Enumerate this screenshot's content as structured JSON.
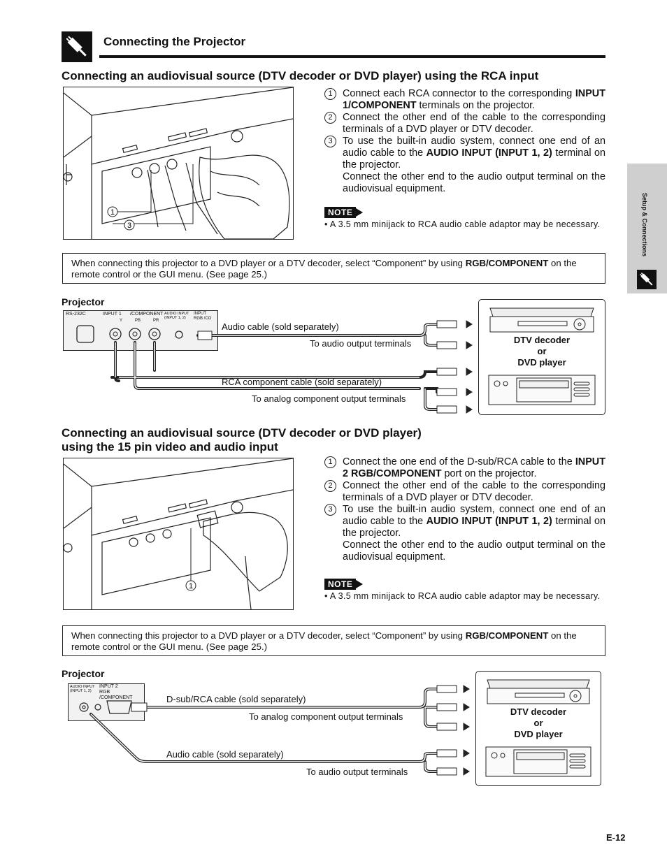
{
  "header": {
    "title": "Connecting the Projector"
  },
  "side_tab": {
    "label": "Setup & Connections"
  },
  "section1": {
    "title": "Connecting an audiovisual source (DTV decoder or DVD player) using the RCA input",
    "callouts": [
      "1",
      "3"
    ],
    "steps": [
      {
        "num": "1",
        "pre": "Connect each RCA connector to the corresponding ",
        "bold": "INPUT 1/COMPONENT",
        "post": " terminals on the projector."
      },
      {
        "num": "2",
        "pre": "Connect the other end of the cable to the corresponding terminals of a DVD player or DTV decoder.",
        "bold": "",
        "post": ""
      },
      {
        "num": "3",
        "pre": "To use the built-in audio system, connect one end of an audio cable to the ",
        "bold": "AUDIO INPUT (INPUT 1, 2)",
        "post": " terminal on the projector."
      }
    ],
    "step3_extra": "Connect the other end to the audio output terminal on the audiovisual equipment.",
    "note_label": "NOTE",
    "note_text": "• A 3.5 mm minijack to RCA audio cable adaptor may be necessary.",
    "box_pre": "When connecting this projector to a DVD player or a DTV decoder, select “Component” by using ",
    "box_bold": "RGB/COMPONENT",
    "box_post": " on the remote control or the GUI menu. (See page 25.)",
    "diagram": {
      "projector_label": "Projector",
      "panel_labels": [
        "RS-232C",
        "INPUT 1",
        "/COMPONENT",
        "AUDIO INPUT",
        "(INPUT 1, 2)",
        "INPUT",
        "RGB /CO"
      ],
      "jack_labels": [
        "Y",
        "PB",
        "PR"
      ],
      "audio_cable": "Audio cable (sold separately)",
      "audio_out": "To audio output terminals",
      "rca_cable": "RCA component cable (sold separately)",
      "analog_out": "To analog component output terminals",
      "device_label_1": "DTV decoder",
      "device_label_2": "or",
      "device_label_3": "DVD player"
    }
  },
  "section2": {
    "title_line1": "Connecting an audiovisual source (DTV decoder or DVD player)",
    "title_line2": "using the 15 pin video and audio input",
    "callouts": [
      "1"
    ],
    "steps": [
      {
        "num": "1",
        "pre": "Connect the one end of the D-sub/RCA cable to the ",
        "bold": "INPUT 2 RGB/COMPONENT",
        "post": " port on the projector."
      },
      {
        "num": "2",
        "pre": "Connect the other end of the cable to the corresponding terminals of a DVD player or DTV decoder.",
        "bold": "",
        "post": ""
      },
      {
        "num": "3",
        "pre": "To use the built-in audio system, connect one end of an audio cable to the ",
        "bold": "AUDIO INPUT (INPUT 1, 2)",
        "post": " terminal on the projector."
      }
    ],
    "step3_extra": "Connect the other end to the audio output terminal on the audiovisual equipment.",
    "note_label": "NOTE",
    "note_text": "• A 3.5 mm minijack to RCA audio cable adaptor may be necessary.",
    "box_pre": "When connecting this projector to a DVD player or a DTV decoder, select “Component” by using ",
    "box_bold": "RGB/COMPONENT",
    "box_post": " on the remote control or the GUI menu. (See page 25.)",
    "diagram": {
      "projector_label": "Projector",
      "panel_labels": [
        "AUDIO INPUT",
        "(INPUT 1, 2)",
        "INPUT 2",
        "RGB /COMPONENT"
      ],
      "dsub_cable": "D-sub/RCA cable (sold separately)",
      "analog_out": "To analog component output terminals",
      "audio_cable": "Audio cable (sold separately)",
      "audio_out": "To audio output terminals",
      "device_label_1": "DTV decoder",
      "device_label_2": "or",
      "device_label_3": "DVD player"
    }
  },
  "page_number": "E-12"
}
